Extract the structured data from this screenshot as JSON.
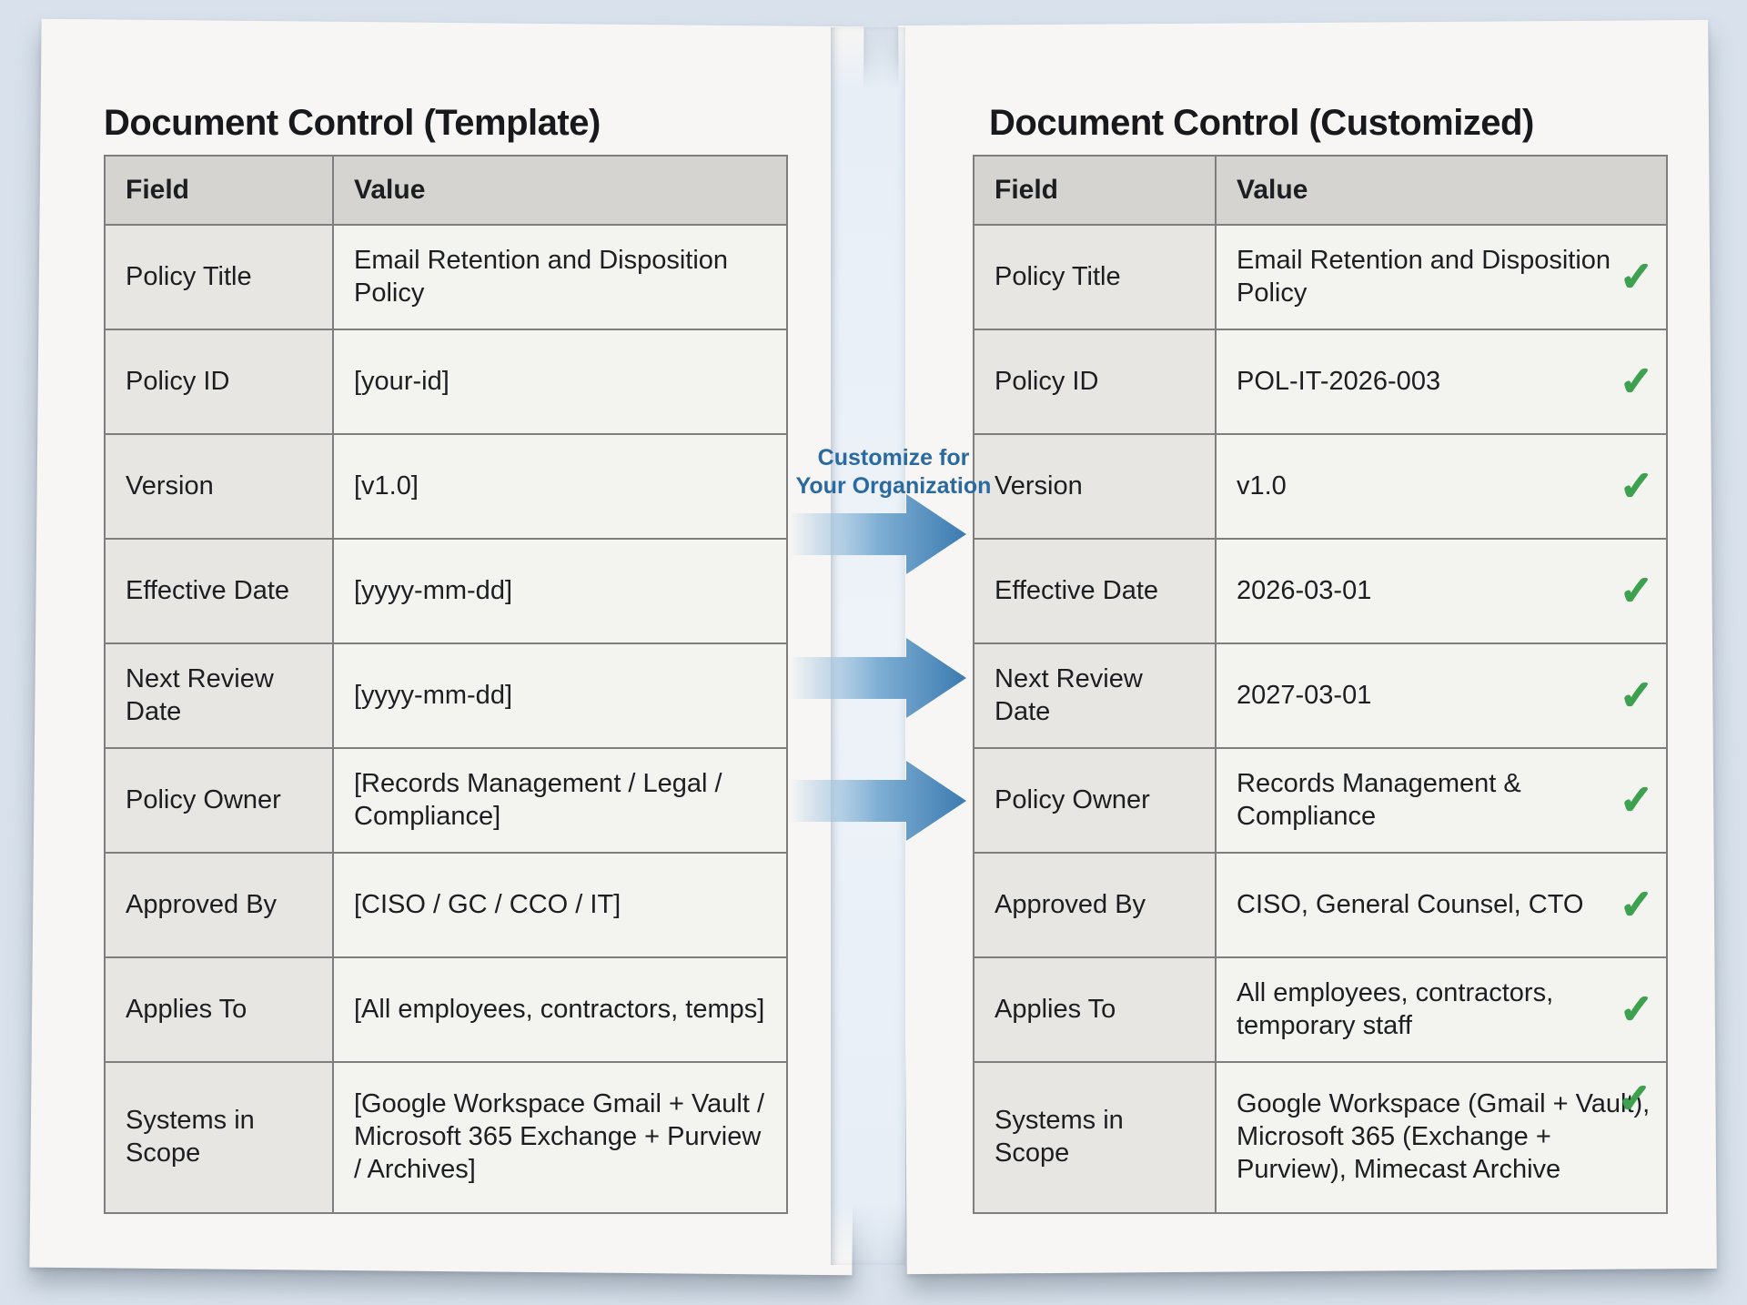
{
  "colors": {
    "page_background": "#d9e2ec",
    "paper": "#f7f6f4",
    "header_gray": "#d5d4d1",
    "field_gray": "#e7e6e3",
    "placeholder_orange": "#c17730",
    "annotation_blue": "#2b6a9f",
    "arrow_blue": "#3b7ab0",
    "check_green": "#3da14f"
  },
  "icons": {
    "check": "✓"
  },
  "annotation": {
    "line1": "Customize for",
    "line2": "Your Organization"
  },
  "template_panel": {
    "title": "Document Control (Template)",
    "columns": {
      "field": "Field",
      "value": "Value"
    },
    "rows": [
      {
        "field": "Policy Title",
        "value": "Email Retention and Disposition Policy",
        "placeholder": false
      },
      {
        "field": "Policy ID",
        "value": "[your-id]",
        "placeholder": true
      },
      {
        "field": "Version",
        "value": "[v1.0]",
        "placeholder": true
      },
      {
        "field": "Effective Date",
        "value": "[yyyy-mm-dd]",
        "placeholder": true
      },
      {
        "field": "Next Review Date",
        "value": "[yyyy-mm-dd]",
        "placeholder": true
      },
      {
        "field": "Policy Owner",
        "value": "[Records Management / Legal / Compliance]",
        "placeholder": true
      },
      {
        "field": "Approved By",
        "value": "[CISO / GC / CCO / IT]",
        "placeholder": true
      },
      {
        "field": "Applies To",
        "value": "[All employees, contractors, temps]",
        "placeholder": true
      },
      {
        "field": "Systems in Scope",
        "value": "[Google Workspace Gmail + Vault / Microsoft 365 Exchange + Purview / Archives]",
        "placeholder": true
      }
    ]
  },
  "customized_panel": {
    "title": "Document Control (Customized)",
    "columns": {
      "field": "Field",
      "value": "Value"
    },
    "rows": [
      {
        "field": "Policy Title",
        "value": "Email Retention and Disposition Policy",
        "checked": true
      },
      {
        "field": "Policy ID",
        "value": "POL-IT-2026-003",
        "checked": true
      },
      {
        "field": "Version",
        "value": "v1.0",
        "checked": true
      },
      {
        "field": "Effective Date",
        "value": "2026-03-01",
        "checked": true
      },
      {
        "field": "Next Review Date",
        "value": "2027-03-01",
        "checked": true
      },
      {
        "field": "Policy Owner",
        "value": "Records Management & Compliance",
        "checked": true
      },
      {
        "field": "Approved By",
        "value": "CISO, General Counsel, CTO",
        "checked": true
      },
      {
        "field": "Applies To",
        "value": "All employees, contractors, temporary staff",
        "checked": true
      },
      {
        "field": "Systems in Scope",
        "value": "Google Workspace (Gmail + Vault), Microsoft 365 (Exchange + Purview), Mimecast Archive",
        "checked": true
      }
    ]
  }
}
